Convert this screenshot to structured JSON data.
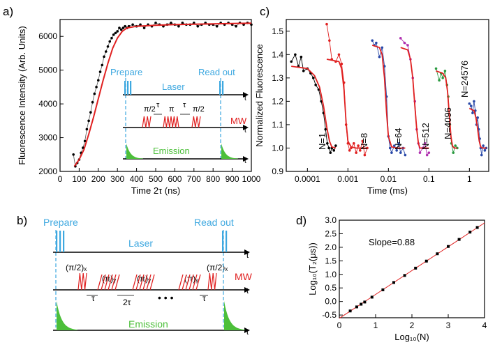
{
  "colors": {
    "laser": "#3ea8e0",
    "mw": "#e02020",
    "emission": "#4cbf3a",
    "fit": "#e02020",
    "data": "#000000"
  },
  "panel_a": {
    "label": "a)",
    "seq": {
      "prepare": "Prepare",
      "readout": "Read out",
      "laser": "Laser",
      "mw": "MW",
      "emission": "Emission",
      "t": "t",
      "pulse_labels": [
        "π/2",
        "τ",
        "π",
        "τ",
        "π/2"
      ]
    }
  },
  "panel_b": {
    "label": "b)",
    "prepare": "Prepare",
    "readout": "Read out",
    "laser": "Laser",
    "mw": "MW",
    "emission": "Emission",
    "t": "t",
    "pulse_labels": [
      "(π/2)ₓ",
      "(π)ᵧ",
      "(π)ᵧ",
      "(π)ᵧ",
      "(π/2)ₓ"
    ],
    "gap_labels": [
      "τ",
      "2τ",
      "τ"
    ],
    "ellipsis": "• • •"
  },
  "panel_c": {
    "label": "c)",
    "curve_labels": [
      "N=1",
      "N=8",
      "N=64",
      "N=512",
      "N=4096",
      "N=24576"
    ]
  },
  "panel_d": {
    "label": "d)",
    "annotation": "Slope=0.88"
  },
  "chart_data": [
    {
      "id": "a",
      "type": "scatter",
      "xlabel": "Time 2τ (ns)",
      "ylabel": "Fluorescence Intensity (Arb. Units)",
      "xlim": [
        0,
        1000
      ],
      "ylim": [
        2000,
        6500
      ],
      "xticks": [
        0,
        100,
        200,
        300,
        400,
        500,
        600,
        700,
        800,
        900,
        1000
      ],
      "yticks": [
        2000,
        3000,
        4000,
        5000,
        6000
      ],
      "series": [
        {
          "kind": "points",
          "x": [
            70,
            80,
            90,
            100,
            110,
            120,
            130,
            140,
            150,
            160,
            170,
            180,
            190,
            200,
            210,
            220,
            230,
            240,
            250,
            260,
            270,
            280,
            290,
            300,
            310,
            320,
            330,
            340,
            350,
            360,
            380,
            400,
            420,
            440,
            460,
            480,
            500,
            520,
            540,
            560,
            580,
            600,
            620,
            640,
            660,
            680,
            700,
            720,
            740,
            760,
            780,
            800,
            820,
            840,
            860,
            880,
            900,
            920,
            940,
            960,
            980,
            1000
          ],
          "y": [
            2500,
            2150,
            2250,
            2350,
            2550,
            2700,
            2900,
            3250,
            3500,
            3750,
            4050,
            4300,
            4500,
            4700,
            4950,
            5150,
            5400,
            5550,
            5700,
            5850,
            5950,
            6050,
            6100,
            6150,
            6250,
            6200,
            6250,
            6300,
            6250,
            6300,
            6350,
            6300,
            6350,
            6250,
            6350,
            6300,
            6400,
            6350,
            6300,
            6350,
            6400,
            6350,
            6300,
            6400,
            6350,
            6350,
            6400,
            6300,
            6350,
            6400,
            6350,
            6350,
            6300,
            6400,
            6350,
            6400,
            6350,
            6300,
            6400,
            6350,
            6400,
            6350
          ]
        },
        {
          "kind": "fit",
          "x": [
            75,
            100,
            125,
            150,
            175,
            200,
            225,
            250,
            275,
            300,
            325,
            350,
            400,
            500,
            600,
            700,
            800,
            900,
            1000
          ],
          "y": [
            2150,
            2350,
            2650,
            3100,
            3600,
            4150,
            4700,
            5200,
            5650,
            5950,
            6150,
            6250,
            6300,
            6330,
            6350,
            6360,
            6370,
            6380,
            6390
          ]
        }
      ]
    },
    {
      "id": "c",
      "type": "scatter",
      "xscale": "log",
      "xlabel": "Time (ms)",
      "ylabel": "Normalized Fluorescence",
      "xlim": [
        3e-05,
        3
      ],
      "ylim": [
        0.9,
        1.55
      ],
      "xticks": [
        0.0001,
        0.001,
        0.01,
        0.1,
        1
      ],
      "xticklabels": [
        "0.0001",
        "0.001",
        "0.01",
        "0.1",
        "1"
      ],
      "yticks": [
        0.9,
        1.0,
        1.1,
        1.2,
        1.3,
        1.4,
        1.5
      ],
      "yticklabels": [
        "0.9",
        "1.0",
        "1.1",
        "1.2",
        "1.3",
        "1.4",
        "1.5"
      ],
      "series": [
        {
          "name": "N=1",
          "color": "#000000",
          "x": [
            4e-05,
            5e-05,
            6e-05,
            7e-05,
            8e-05,
            0.0001,
            0.00012,
            0.00014,
            0.00016,
            0.00019,
            0.00022,
            0.00025,
            0.00028,
            0.00031,
            0.00034,
            0.00037,
            0.0004,
            0.00045,
            0.0005
          ],
          "y": [
            1.37,
            1.4,
            1.35,
            1.39,
            1.33,
            1.34,
            1.32,
            1.3,
            1.27,
            1.25,
            1.2,
            1.15,
            1.08,
            1.02,
            1.0,
            0.98,
            1.0,
            0.99,
            1.01
          ],
          "fit_x": [
            4e-05,
            0.0001,
            0.00015,
            0.0002,
            0.00025,
            0.0003,
            0.00035,
            0.0004,
            0.0005
          ],
          "fit_y": [
            1.35,
            1.34,
            1.31,
            1.26,
            1.18,
            1.09,
            1.03,
            1.005,
            1.0
          ]
        },
        {
          "name": "N=8",
          "color": "#e02020",
          "x": [
            0.0003,
            0.00035,
            0.0004,
            0.0005,
            0.0006,
            0.0007,
            0.0008,
            0.0009,
            0.001,
            0.0011,
            0.0012,
            0.0014,
            0.0016,
            0.0018,
            0.002,
            0.0023,
            0.0026,
            0.003
          ],
          "y": [
            1.53,
            1.46,
            1.38,
            1.37,
            1.4,
            1.36,
            1.28,
            1.1,
            1.02,
            0.99,
            1.0,
            1.02,
            0.98,
            1.01,
            0.99,
            1.03,
            0.97,
            1.0
          ],
          "fit_x": [
            0.0003,
            0.0006,
            0.0007,
            0.0008,
            0.0009,
            0.001,
            0.0012,
            0.0016,
            0.003
          ],
          "fit_y": [
            1.38,
            1.37,
            1.34,
            1.25,
            1.11,
            1.03,
            1.005,
            1.0,
            1.0
          ]
        },
        {
          "name": "N=64",
          "color": "#2848a8",
          "x": [
            0.004,
            0.0045,
            0.005,
            0.006,
            0.007,
            0.008,
            0.009,
            0.01,
            0.011,
            0.012,
            0.014,
            0.016,
            0.018,
            0.02,
            0.023,
            0.026
          ],
          "y": [
            1.46,
            1.44,
            1.45,
            1.39,
            1.43,
            1.35,
            1.22,
            1.05,
            1.0,
            0.98,
            1.01,
            0.99,
            1.02,
            0.98,
            1.0,
            0.97
          ],
          "fit_x": [
            0.004,
            0.006,
            0.007,
            0.008,
            0.009,
            0.01,
            0.012,
            0.016,
            0.026
          ],
          "fit_y": [
            1.44,
            1.43,
            1.4,
            1.3,
            1.15,
            1.05,
            1.005,
            1.0,
            1.0
          ]
        },
        {
          "name": "N=512",
          "color": "#b030b0",
          "x": [
            0.02,
            0.025,
            0.03,
            0.035,
            0.04,
            0.045,
            0.05,
            0.055,
            0.06,
            0.07,
            0.08,
            0.09,
            0.1
          ],
          "y": [
            1.47,
            1.45,
            1.44,
            1.38,
            1.3,
            1.2,
            1.08,
            1.02,
            0.98,
            1.0,
            1.02,
            0.97,
            0.98
          ],
          "fit_x": [
            0.02,
            0.03,
            0.035,
            0.04,
            0.045,
            0.05,
            0.055,
            0.06,
            0.1
          ],
          "fit_y": [
            1.43,
            1.42,
            1.38,
            1.3,
            1.18,
            1.08,
            1.02,
            1.0,
            1.0
          ]
        },
        {
          "name": "N=4096",
          "color": "#2a9a40",
          "x": [
            0.15,
            0.18,
            0.2,
            0.22,
            0.25,
            0.28,
            0.3,
            0.33,
            0.36,
            0.4,
            0.45,
            0.5
          ],
          "y": [
            1.34,
            1.29,
            1.32,
            1.3,
            1.33,
            1.27,
            1.22,
            1.1,
            1.02,
            0.98,
            1.01,
            1.0
          ],
          "fit_x": [
            0.15,
            0.22,
            0.26,
            0.29,
            0.32,
            0.35,
            0.38,
            0.42,
            0.5
          ],
          "fit_y": [
            1.33,
            1.32,
            1.3,
            1.24,
            1.14,
            1.05,
            1.01,
            1.0,
            1.0
          ]
        },
        {
          "name": "N=24576",
          "color": "#2848a8",
          "x": [
            1.0,
            1.1,
            1.2,
            1.3,
            1.4,
            1.5,
            1.6,
            1.7,
            1.8,
            1.9,
            2.0,
            2.2,
            2.4,
            2.6
          ],
          "y": [
            1.19,
            1.18,
            1.15,
            1.2,
            1.16,
            1.1,
            1.13,
            1.08,
            1.04,
            1.0,
            0.97,
            1.01,
            0.99,
            1.0
          ],
          "fit_x": [
            1.0,
            1.3,
            1.45,
            1.6,
            1.75,
            1.9,
            2.1,
            2.6
          ],
          "fit_y": [
            1.17,
            1.16,
            1.13,
            1.08,
            1.03,
            1.005,
            1.0,
            1.0
          ]
        }
      ]
    },
    {
      "id": "d",
      "type": "scatter",
      "xlabel": "Log₁₀(N)",
      "ylabel": "Log₁₀(T₂(μs))",
      "xlim": [
        0,
        4
      ],
      "ylim": [
        -0.6,
        3.0
      ],
      "xticks": [
        0,
        1,
        2,
        3,
        4
      ],
      "yticks": [
        -0.5,
        0.0,
        0.5,
        1.0,
        1.5,
        2.0,
        2.5,
        3.0
      ],
      "yticklabels": [
        "-0.5",
        "0.0",
        "0.5",
        "1.0",
        "1.5",
        "2.0",
        "2.5",
        "3.0"
      ],
      "points_x": [
        0.3,
        0.48,
        0.6,
        0.7,
        0.9,
        1.2,
        1.5,
        1.8,
        2.1,
        2.4,
        2.7,
        3.0,
        3.3,
        3.6,
        3.8
      ],
      "points_y": [
        -0.35,
        -0.2,
        -0.1,
        -0.02,
        0.16,
        0.43,
        0.7,
        0.96,
        1.23,
        1.49,
        1.76,
        2.03,
        2.29,
        2.56,
        2.73
      ],
      "fit": {
        "slope": 0.88,
        "intercept": -0.62
      }
    }
  ]
}
